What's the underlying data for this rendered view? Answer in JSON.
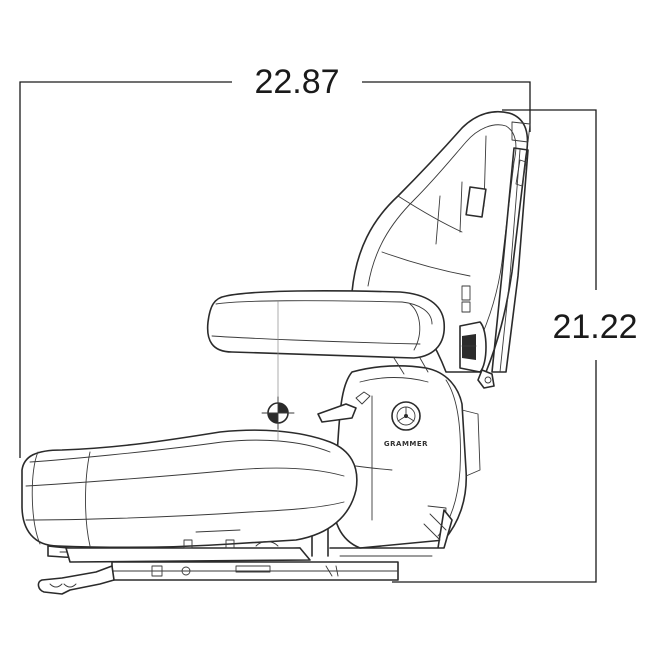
{
  "dimensions": {
    "width_label": "22.87",
    "height_label": "21.22"
  },
  "brand": {
    "logo_text": "GRAMMER"
  },
  "colors": {
    "line": "#2b2b2b",
    "background": "#ffffff"
  }
}
